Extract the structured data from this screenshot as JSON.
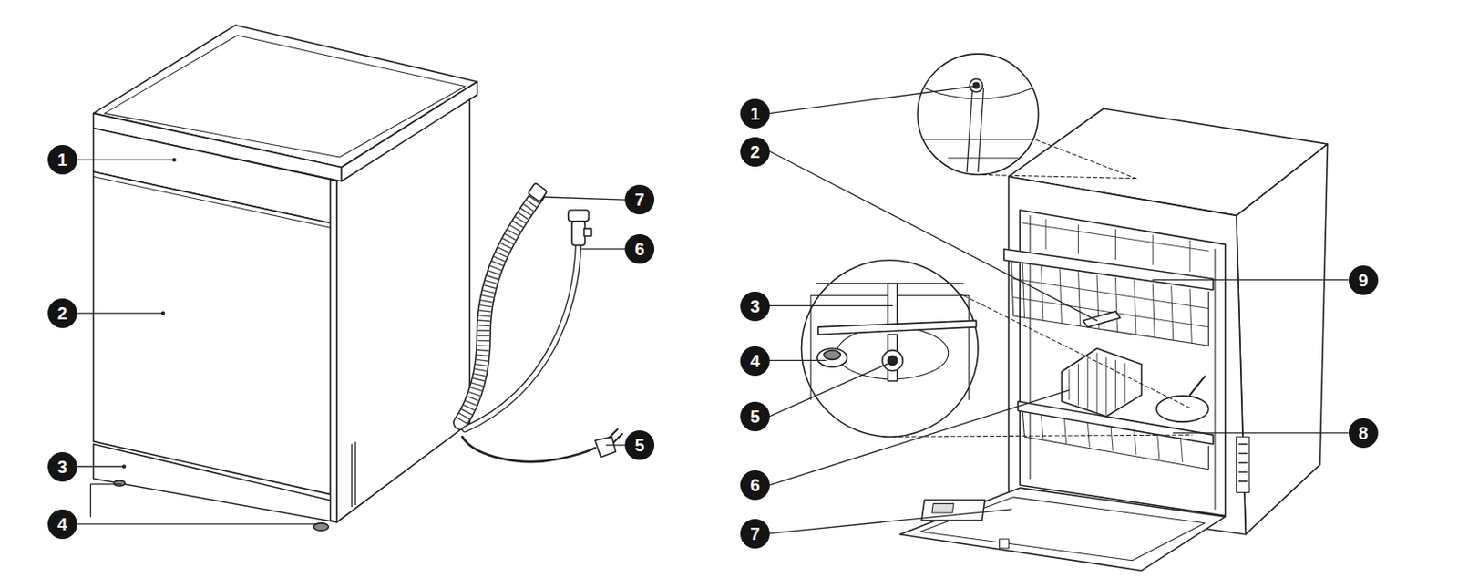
{
  "diagram": {
    "labels": [
      "1",
      "2",
      "3",
      "4",
      "5",
      "6",
      "7",
      "1",
      "2",
      "3",
      "4",
      "5",
      "6",
      "7",
      "8",
      "9"
    ]
  }
}
